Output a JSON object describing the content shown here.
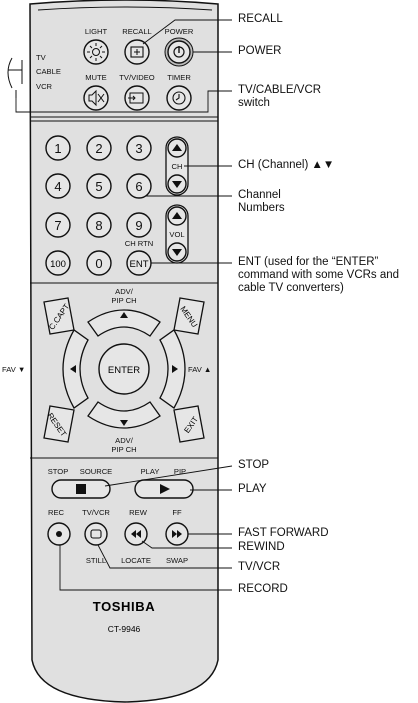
{
  "remote": {
    "button_labels": {
      "light": "LIGHT",
      "recall": "RECALL",
      "power": "POWER",
      "mute": "MUTE",
      "tv_video": "TV/VIDEO",
      "timer": "TIMER",
      "ch_rtn": "CH RTN",
      "ch": "CH",
      "vol": "VOL",
      "n1": "1",
      "n2": "2",
      "n3": "3",
      "n4": "4",
      "n5": "5",
      "n6": "6",
      "n7": "7",
      "n8": "8",
      "n9": "9",
      "n100": "100",
      "n0": "0",
      "ent": "ENT",
      "c_capt": "C.CAPT",
      "menu": "MENU",
      "reset": "RESET",
      "exit": "EXIT",
      "enter": "ENTER",
      "adv_pip_ch_top": "ADV/",
      "adv_pip_ch_top2": "PIP CH",
      "adv_pip_ch_bottom": "ADV/",
      "adv_pip_ch_bottom2": "PIP CH",
      "fav_left": "FAV ▼",
      "fav_right": "FAV ▲",
      "stop": "STOP",
      "source": "SOURCE",
      "play": "PLAY",
      "pip": "PIP",
      "rec": "REC",
      "tv_vcr": "TV/VCR",
      "rew": "REW",
      "ff": "FF",
      "still": "STILL",
      "locate": "LOCATE",
      "swap": "SWAP"
    },
    "switch_labels": {
      "tv": "TV",
      "cable": "CABLE",
      "vcr": "VCR"
    },
    "brand": "TOSHIBA",
    "model": "CT-9946"
  },
  "callouts": {
    "recall": "RECALL",
    "power": "POWER",
    "switch_1": "TV/CABLE/VCR",
    "switch_2": "switch",
    "ch": "CH (Channel) ▲▼",
    "numbers_1": "Channel",
    "numbers_2": "Numbers",
    "ent": "ENT (used for the “ENTER” command with some VCRs and cable TV converters)",
    "stop": "STOP",
    "play": "PLAY",
    "fast_forward": "FAST FORWARD",
    "rewind": "REWIND",
    "tv_vcr": "TV/VCR",
    "record": "RECORD"
  }
}
